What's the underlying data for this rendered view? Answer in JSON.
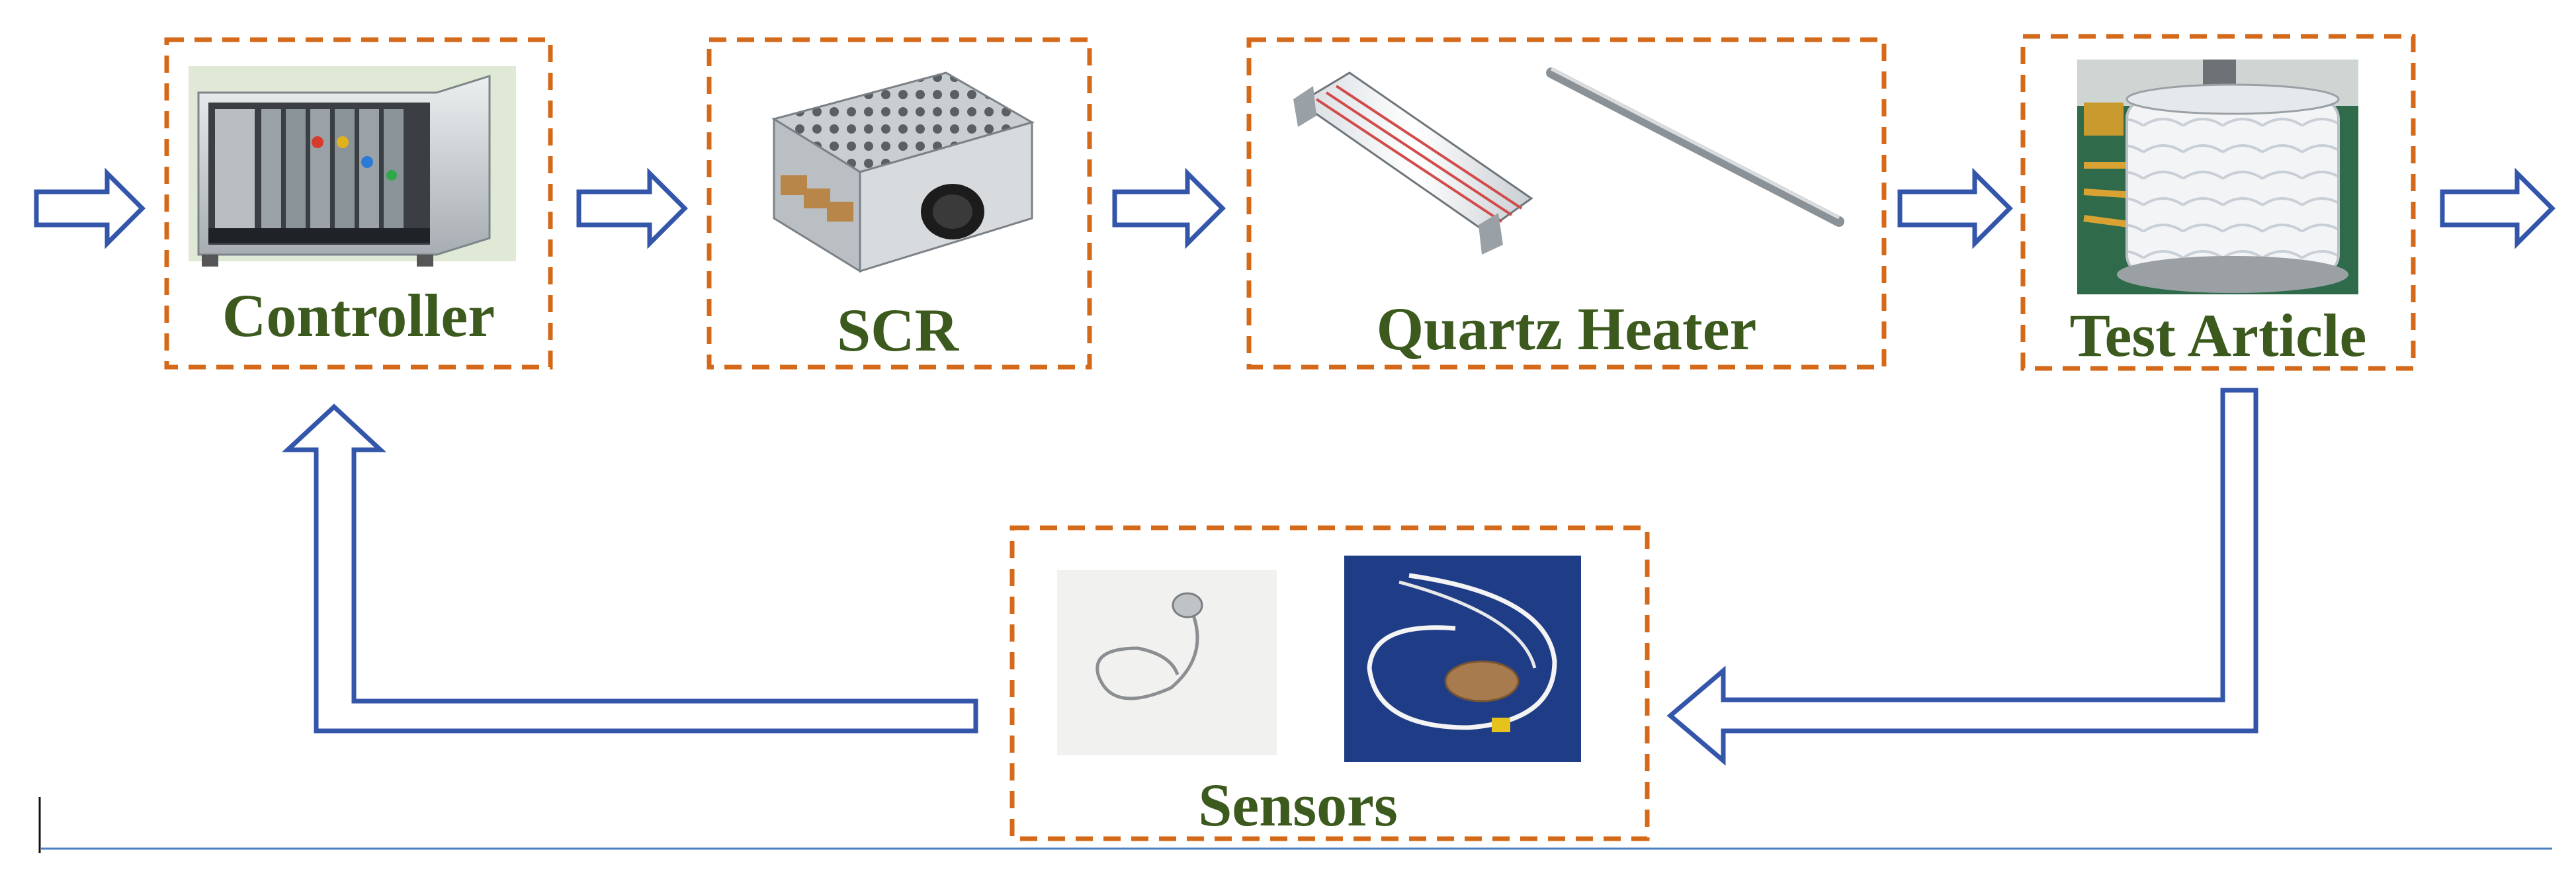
{
  "nodes": {
    "controller": {
      "label": "Controller"
    },
    "scr": {
      "label": "SCR"
    },
    "quartz_heater": {
      "label": "Quartz Heater"
    },
    "test_article": {
      "label": "Test Article"
    },
    "sensors": {
      "label": "Sensors"
    }
  },
  "colors": {
    "box_border": "#d4691a",
    "arrow_stroke": "#3355aa",
    "label_text": "#3d5a1e",
    "baseline": "#4a7fc0"
  },
  "icons": {
    "controller": "pxi-chassis-icon",
    "scr": "voltage-regulator-icon",
    "quartz_heater": "quartz-lamp-icon",
    "test_article": "insulated-test-article-icon",
    "sensors": "thermocouple-and-heat-flux-sensor-icon"
  }
}
